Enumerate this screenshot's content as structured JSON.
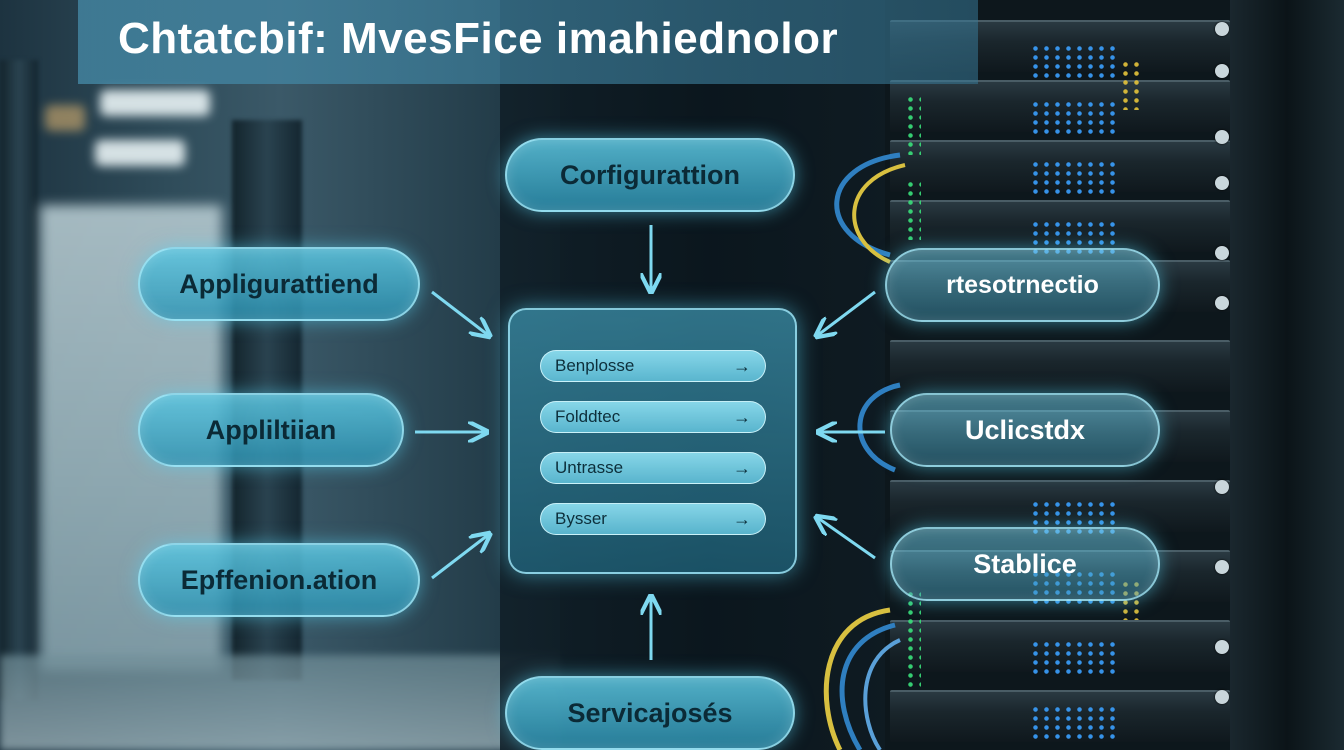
{
  "title": "Chtatcbif: MvesFice imahiednolor",
  "nodes": {
    "top": "Corfigurattion",
    "left_1": "Appligurattiend",
    "left_2": "Appliltiian",
    "left_3": "Epffenion.ation",
    "right_1": "rtesotrnectio",
    "right_2": "Uclicstdx",
    "right_3": "Stablice",
    "bottom": "Servicajosés"
  },
  "panel": {
    "rows": [
      {
        "label": "Benplosse",
        "arrow": "→"
      },
      {
        "label": "Folddtec",
        "arrow": "→"
      },
      {
        "label": "Untrasse",
        "arrow": "→"
      },
      {
        "label": "Bysser",
        "arrow": "→"
      }
    ]
  },
  "colors": {
    "node_fill": "#4cb8d8",
    "node_border": "#aaebfa",
    "node_text": "#0b2a36",
    "connector": "#7fd9f0",
    "title_bar": "#468caa"
  }
}
